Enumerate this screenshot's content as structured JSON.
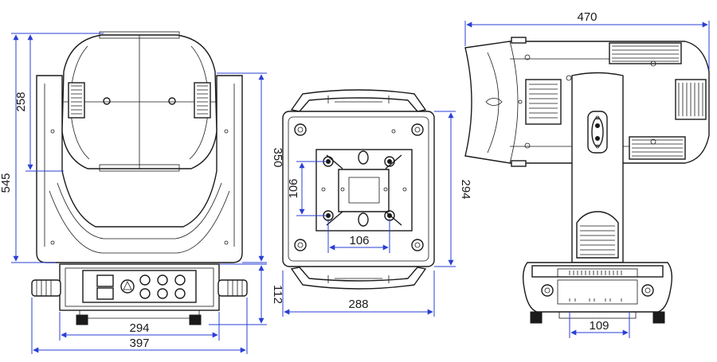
{
  "colors": {
    "dimension_line": "#2a3fd6",
    "outline": "#1a1a1a"
  },
  "dimensions": {
    "front_total_height": "545",
    "front_head_height": "258",
    "front_arm_height": "350",
    "front_base_height": "112",
    "front_base_width": "294",
    "front_total_width": "397",
    "top_mount_inner_h": "106",
    "top_mount_inner_w": "106",
    "top_plate_depth": "294",
    "top_plate_width": "288",
    "side_total_length": "470",
    "side_base_detail": "109"
  }
}
